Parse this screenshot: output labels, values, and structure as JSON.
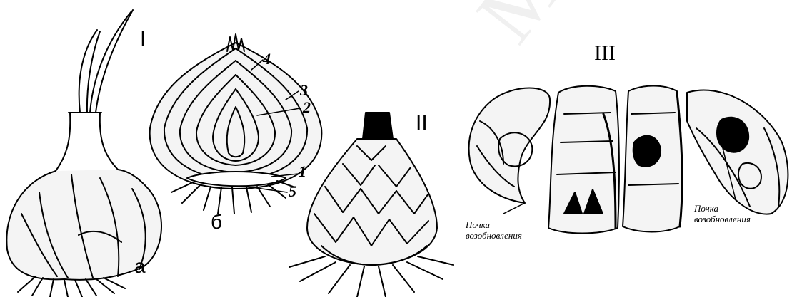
{
  "figure": {
    "panel_labels": {
      "I": "I",
      "II": "II",
      "III": "III",
      "a": "а",
      "b": "б"
    },
    "part_numbers": [
      "4",
      "3",
      "2",
      "1",
      "5"
    ],
    "captions": {
      "left": [
        "Почка",
        "возобновления"
      ],
      "right": [
        "Почка",
        "возобновления"
      ]
    },
    "watermark": "МЕНТ",
    "colors": {
      "ink": "#000000",
      "paper": "#ffffff"
    }
  }
}
